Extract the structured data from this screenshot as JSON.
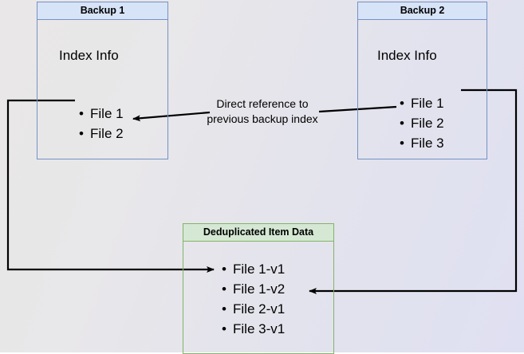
{
  "diagram": {
    "title_hidden": "Backup deduplication reference diagram",
    "background": {
      "gradient_start": "#e9e7e7",
      "gradient_end": "#dfe0f2"
    },
    "colors": {
      "blue_border": "#7591c4",
      "blue_header_fill": "#d7e3f7",
      "green_border": "#84b366",
      "green_header_fill": "#d5e8d4",
      "connector": "#000000"
    },
    "boxes": [
      {
        "id": "backup-1",
        "header": "Backup 1",
        "subtitle": "Index Info",
        "items": [
          "File 1",
          "File 2"
        ]
      },
      {
        "id": "backup-2",
        "header": "Backup 2",
        "subtitle": "Index Info",
        "items": [
          "File 1",
          "File 2",
          "File 3"
        ]
      },
      {
        "id": "deduplicated-item-data",
        "header": "Deduplicated Item Data",
        "subtitle": "",
        "items": [
          "File 1-v1",
          "File 1-v2",
          "File 2-v1",
          "File 3-v1"
        ]
      }
    ],
    "annotations": {
      "direct_reference_line1": "Direct reference to",
      "direct_reference_line2": "previous backup index"
    }
  }
}
